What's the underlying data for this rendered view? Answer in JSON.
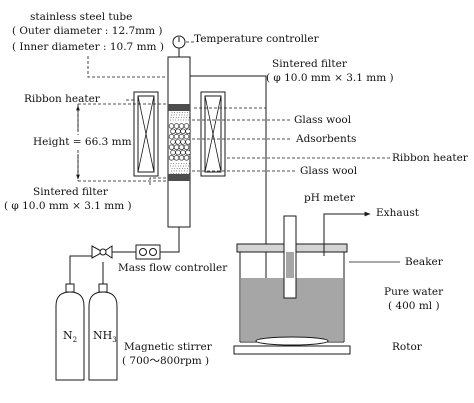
{
  "labels": {
    "tube_title": "stainless steel tube",
    "outer_diameter": "( Outer diameter : 12.7mm )",
    "inner_diameter": "( Inner diameter : 10.7 mm )",
    "temperature_controller": "Temperature controller",
    "ribbon_heater_left": "Ribbon heater",
    "sintered_filter_top": "Sintered filter",
    "sintered_filter_top_dim": "( φ 10.0 mm × 3.1 mm )",
    "height": "Height = 66.3 mm",
    "glass_wool_top": "Glass wool",
    "adsorbents": "Adsorbents",
    "ribbon_heater_right": "Ribbon heater",
    "glass_wool_bottom": "Glass wool",
    "sintered_filter_bottom": "Sintered filter",
    "sintered_filter_bottom_dim": "( φ 10.0 mm × 3.1 mm )",
    "ph_meter": "pH meter",
    "exhaust": "Exhaust",
    "beaker": "Beaker",
    "mass_flow_controller": "Mass flow controller",
    "pure_water": "Pure water",
    "pure_water_volume": "( 400 ml )",
    "magnetic_stirrer": "Magnetic stirrer",
    "stirrer_speed": "( 700～800rpm )",
    "rotor": "Rotor"
  },
  "gases": {
    "n2_main": "N",
    "n2_sub": "2",
    "nh3_main": "NH",
    "nh3_sub": "3"
  },
  "colors": {
    "water": "#a6a6a6",
    "filter": "#4d4d4d",
    "beaker_lid": "#d4d4d4",
    "line": "#1a1a1a"
  }
}
